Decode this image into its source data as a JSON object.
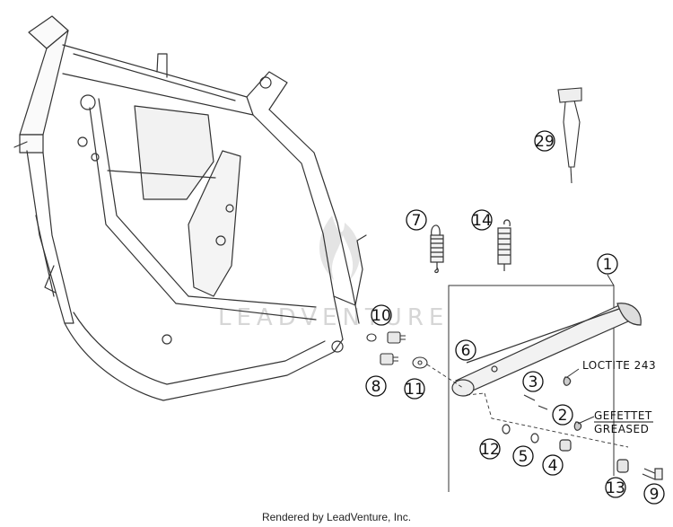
{
  "callouts": [
    {
      "id": "c1",
      "label": "1"
    },
    {
      "id": "c2",
      "label": "2"
    },
    {
      "id": "c3",
      "label": "3"
    },
    {
      "id": "c4",
      "label": "4"
    },
    {
      "id": "c5",
      "label": "5"
    },
    {
      "id": "c6",
      "label": "6"
    },
    {
      "id": "c7",
      "label": "7"
    },
    {
      "id": "c8",
      "label": "8"
    },
    {
      "id": "c9",
      "label": "9"
    },
    {
      "id": "c10",
      "label": "10"
    },
    {
      "id": "c11",
      "label": "11"
    },
    {
      "id": "c12",
      "label": "12"
    },
    {
      "id": "c13",
      "label": "13"
    },
    {
      "id": "c14",
      "label": "14"
    },
    {
      "id": "c29",
      "label": "29"
    }
  ],
  "notes": {
    "loctite": "LOCTITE 243",
    "gefettet": "GEFETTET",
    "greased": "GREASED"
  },
  "watermark": "LEADVENTURE",
  "credit": "Rendered by LeadVenture, Inc."
}
